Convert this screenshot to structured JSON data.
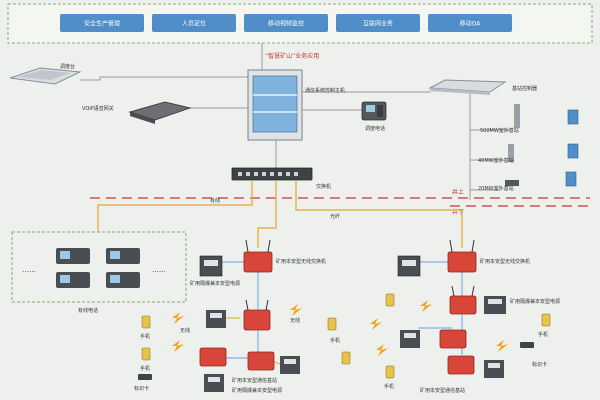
{
  "header": {
    "buttons": [
      "安全生产管理",
      "人员定位",
      "移动视频监控",
      "互联网业务",
      "移动OA"
    ],
    "subtitle": "“智慧矿山”业务应用"
  },
  "surface": {
    "dispatch_console": "调度台",
    "voip_gateway": "VOIP语音网关",
    "comm_controller": "通信系统控制主机",
    "dispatch_phone": "调度电话",
    "base_station_controller": "基站控制器",
    "station_500mw": "500MW室外基站",
    "station_40mw": "40MW室外基站",
    "station_20mw": "20MW室外基站",
    "switch": "交换机",
    "surface_mark": "井上",
    "underground_mark": "井下",
    "trunk_left": "有线",
    "trunk_right": "光纤"
  },
  "underground": {
    "wired_phone_label": "有线电话",
    "ellipsis_left": "……",
    "ellipsis_right": "……",
    "switch_left": "矿用本安型无线交换机",
    "switch_right": "矿用本安型无线交换机",
    "power_left": "矿用隔爆兼本安型电源",
    "power_right": "矿用隔爆兼本安型电源",
    "base_left_bottom": "矿用本安型通信基站",
    "power_left_bottom": "矿用隔爆兼本安型电源",
    "base_right_bottom": "矿用本安型通信基站",
    "wireless": "无线",
    "handset": "手机",
    "location_card": "标识卡"
  }
}
